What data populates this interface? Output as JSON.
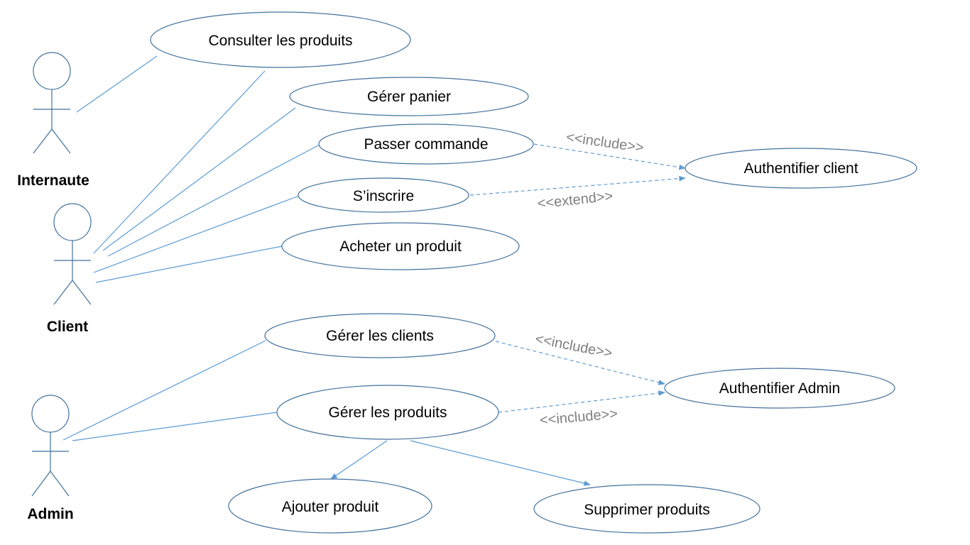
{
  "actors": {
    "internaute": "Internaute",
    "client": "Client",
    "admin": "Admin"
  },
  "use_cases": {
    "consulter": "Consulter les produits",
    "gerer_panier": "Gérer  panier",
    "passer_commande": "Passer commande",
    "inscrire": "S’inscrire",
    "acheter": "Acheter un produit",
    "auth_client": "Authentifier client",
    "gerer_clients": "Gérer les clients",
    "gerer_produits": "Gérer les produits",
    "auth_admin": "Authentifier Admin",
    "ajouter": "Ajouter produit",
    "supprimer": "Supprimer produits"
  },
  "relations": {
    "include_commande": "<<include>>",
    "extend_inscrire": "<<extend>>",
    "include_clients": "<<include>>",
    "include_produits": "<<include>>"
  },
  "colors": {
    "line": "#5b9bd5",
    "ellipse_border": "#41719c",
    "stereotype_text": "#7f7f7f"
  }
}
